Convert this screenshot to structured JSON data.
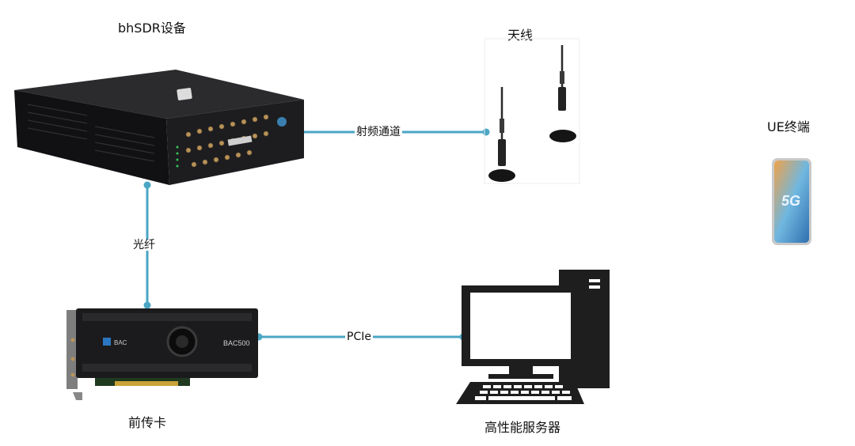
{
  "title": "",
  "nodes": {
    "sdr_device": {
      "label": "bhSDR设备"
    },
    "antenna": {
      "label": "天线"
    },
    "ue": {
      "label": "UE终端",
      "screen_text": "5G"
    },
    "fronthaul_card": {
      "label": "前传卡",
      "model_text": "BAC500",
      "brand_text": "BAC"
    },
    "server": {
      "label": "高性能服务器"
    }
  },
  "edges": {
    "rf": {
      "label": "射频通道"
    },
    "fiber": {
      "label": "光纤"
    },
    "pcie": {
      "label": "PCIe"
    }
  },
  "colors": {
    "connector": "#4aa6c4",
    "device_dark": "#1b1b1d",
    "monitor": "#1e1e1e"
  }
}
